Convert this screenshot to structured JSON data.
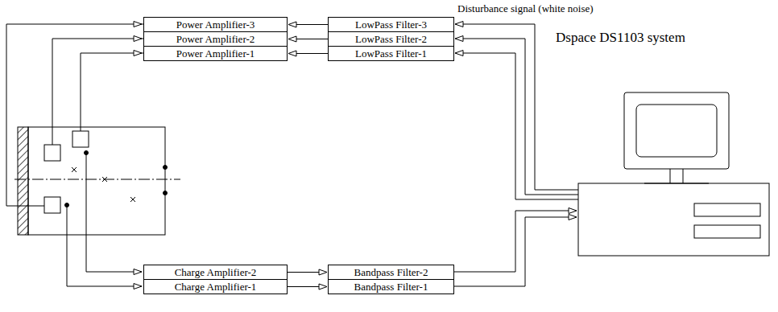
{
  "diagram": {
    "nodes": [
      {
        "text": [
          "Power Amplifier-3"
        ]
      },
      {
        "text": [
          "Power Amplifier-2"
        ]
      },
      {
        "text": [
          "Power Amplifier-1"
        ]
      },
      {
        "text": [
          "LowPass Filter-3"
        ]
      },
      {
        "text": [
          "LowPass Filter-2"
        ]
      },
      {
        "text": [
          "LowPass Filter-1"
        ]
      },
      {
        "text": [
          "Charge Amplifier-2"
        ]
      },
      {
        "text": [
          "Charge Amplifier-1"
        ]
      },
      {
        "text": [
          "Bandpass Filter-2"
        ]
      },
      {
        "text": [
          "Bandpass Filter-1"
        ]
      }
    ],
    "edges": [
      {
        "from": 3,
        "to": 0,
        "arrow": "to"
      },
      {
        "from": 4,
        "to": 1,
        "arrow": "to"
      },
      {
        "from": 5,
        "to": 2,
        "arrow": "to"
      },
      {
        "from": 6,
        "to": 8,
        "arrow": "to"
      },
      {
        "from": 7,
        "to": 9,
        "arrow": "to"
      }
    ],
    "labels": [
      "Disturbance signal (white noise)",
      "Dspace DS1103 system"
    ]
  }
}
